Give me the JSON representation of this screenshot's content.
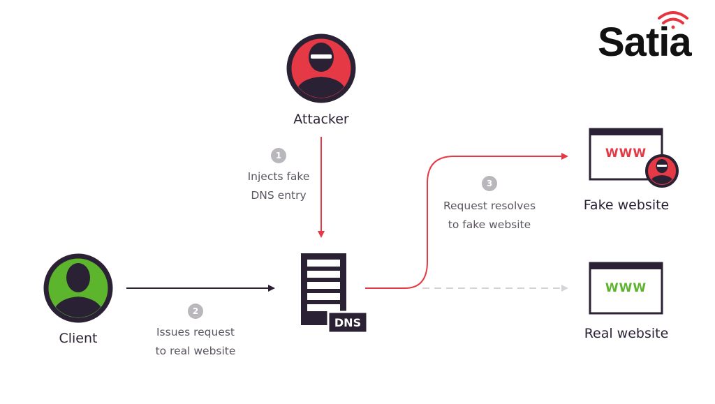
{
  "logo": {
    "text": "Satia",
    "accent_color": "#e8343e"
  },
  "nodes": {
    "attacker": {
      "label": "Attacker",
      "icon": "hacker-avatar-icon",
      "ring_color": "#e63946"
    },
    "client": {
      "label": "Client",
      "icon": "user-avatar-icon",
      "ring_color": "#5cb52d"
    },
    "dns": {
      "label": "DNS",
      "icon": "dns-server-icon"
    },
    "fake_site": {
      "label": "Fake website",
      "www": "WWW",
      "www_color": "#e63946"
    },
    "real_site": {
      "label": "Real website",
      "www": "WWW",
      "www_color": "#5cb52d"
    }
  },
  "steps": [
    {
      "number": "1",
      "line1": "Injects fake",
      "line2": "DNS entry"
    },
    {
      "number": "2",
      "line1": "Issues request",
      "line2": "to real website"
    },
    {
      "number": "3",
      "line1": "Request resolves",
      "line2": "to fake website"
    }
  ],
  "colors": {
    "dark": "#2b2135",
    "red": "#e63946",
    "green": "#5cb52d",
    "gray": "#d6d4d9"
  }
}
